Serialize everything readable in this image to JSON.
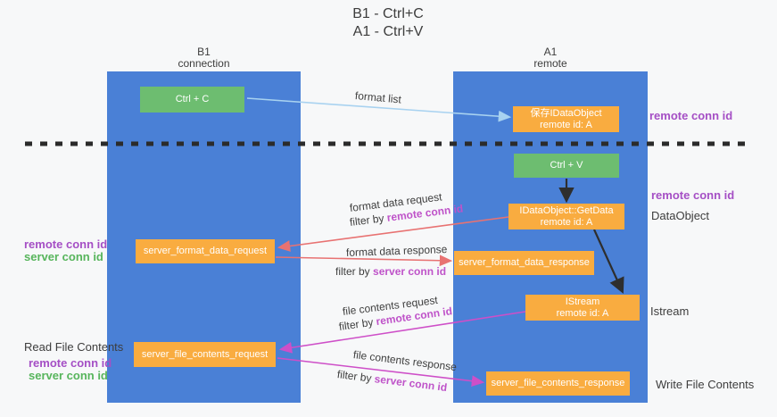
{
  "title": {
    "line1": "B1 - Ctrl+C",
    "line2": "A1 - Ctrl+V"
  },
  "lanes": {
    "left": {
      "name": "B1",
      "role": "connection"
    },
    "right": {
      "name": "A1",
      "role": "remote"
    }
  },
  "boxes": {
    "ctrl_c": "Ctrl + C",
    "save_dataobject": {
      "line1": "保存IDataObject",
      "line2": "remote id: A"
    },
    "ctrl_v": "Ctrl + V",
    "getdata": {
      "line1": "IDataObject::GetData",
      "line2": "remote id: A"
    },
    "format_request": "server_format_data_request",
    "format_response": "server_format_data_response",
    "istream": {
      "line1": "IStream",
      "line2": "remote id: A"
    },
    "file_request": "server_file_contents_request",
    "file_response": "server_file_contents_response"
  },
  "edge_labels": {
    "format_list": "format list",
    "format_data_request": "format data request",
    "format_data_response": "format data response",
    "file_contents_request": "file contents request",
    "file_contents_response": "file contents response",
    "filter_by": "filter by ",
    "remote_conn_id": "remote conn id",
    "server_conn_id": "server conn id"
  },
  "side_labels": {
    "remote_conn_id": "remote conn id",
    "server_conn_id": "server conn id",
    "dataobject": "DataObject",
    "istream": "Istream",
    "read_file_contents": "Read File Contents",
    "write_file_contents": "Write File Contents"
  },
  "colors": {
    "lane_blue": "#4a80d6",
    "box_orange": "#f9ac40",
    "box_green": "#6dbd70",
    "arrow_light_blue": "#a8d2f0",
    "arrow_red": "#e87272",
    "arrow_magenta": "#ce4fc8",
    "arrow_black": "#2e2e2e",
    "text_purple": "#a54fc5",
    "text_magenta": "#bf53c9",
    "text_green": "#57b55c",
    "dashed_separator": "#2b2b2b"
  }
}
